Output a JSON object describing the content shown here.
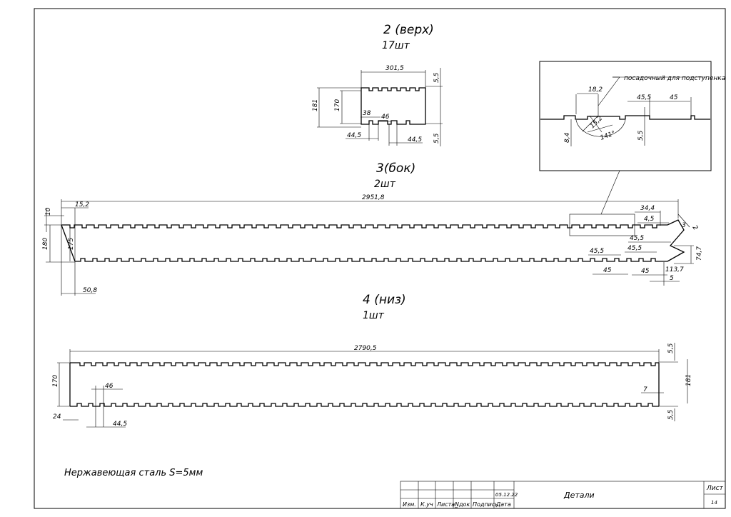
{
  "parts": [
    {
      "title": "2 (верх)",
      "qty": "17шт"
    },
    {
      "title": "3(бок)",
      "qty": "2шт"
    },
    {
      "title": "4 (низ)",
      "qty": "1шт"
    }
  ],
  "detail_note": "посадочный для подступенка",
  "dims": {
    "part2": {
      "length": "301,5",
      "top_gap": "5,5",
      "outer_h": "181",
      "inner_h": "170",
      "d38": "38",
      "d46": "46",
      "d44a": "44,5",
      "d44b": "44,5",
      "bot_gap": "5,5"
    },
    "detail": {
      "d182": "18,2",
      "d455": "45,5",
      "d45": "45",
      "d152": "15,2",
      "d84": "8,4",
      "d55": "5,5",
      "angle": "141°"
    },
    "part3": {
      "total": "2951,8",
      "d152": "15,2",
      "d10": "10",
      "h180": "180",
      "h175": "175",
      "d508": "50,8",
      "d344": "34,4",
      "d45a": "4,5",
      "d455a": "45,5",
      "d455b": "45,5",
      "d455c": "45,5",
      "d3": "3",
      "d2": "2",
      "d45b": "45",
      "d45c": "45",
      "d1137": "113,7",
      "d5": "5",
      "d747": "74,7"
    },
    "part4": {
      "total": "2790,5",
      "h170": "170",
      "d46": "46",
      "d24": "24",
      "d445": "44,5",
      "d7": "7",
      "top55": "5,5",
      "h181": "181",
      "bot55": "5,5"
    }
  },
  "material": "Нержавеющая сталь S=5мм",
  "title_block": {
    "sheet_label": "Лист",
    "sheet_number": "14",
    "name": "Детали",
    "date": "05.12.22",
    "columns": [
      "Изм.",
      "К.уч",
      "Листа",
      "N̲док",
      "Подпись",
      "Дата"
    ]
  }
}
